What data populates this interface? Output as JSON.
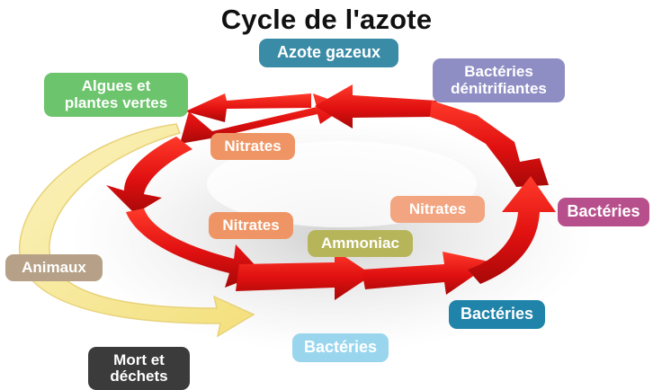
{
  "title": "Cycle de l'azote",
  "labels": {
    "azote_gazeux": "Azote gazeux",
    "algues_line1": "Algues et",
    "algues_line2": "plantes vertes",
    "denit_line1": "Bactéries",
    "denit_line2": "dénitrifiantes",
    "nitrates_upper": "Nitrates",
    "nitrates_lower": "Nitrates",
    "nitrates_right": "Nitrates",
    "ammoniac": "Ammoniac",
    "bacteries_right": "Bactéries",
    "animaux": "Animaux",
    "bacteries_bottom_right": "Bactéries",
    "bacteries_bottom": "Bactéries",
    "mort_line1": "Mort et",
    "mort_line2": "déchets"
  },
  "colors": {
    "cycle_arrow": "#e01010",
    "side_arrow": "#f5e68a",
    "azote_gazeux": "#3a8ba6",
    "algues": "#6cc46c",
    "denitrifiantes": "#8f8ec4",
    "nitrates": "#ef9565",
    "ammoniac": "#b7b55a",
    "bacteries_right": "#b84f8d",
    "animaux": "#b6a188",
    "bacteries_bottom_right": "#2083a9",
    "bacteries_bottom": "#99d6ee",
    "mort": "#3b3b3b"
  }
}
